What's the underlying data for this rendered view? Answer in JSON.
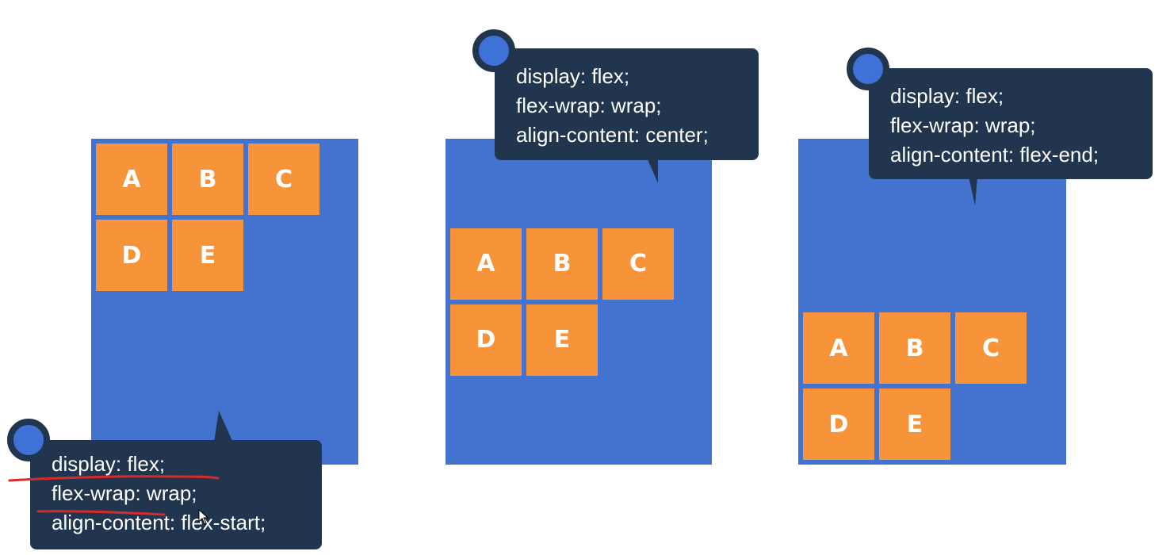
{
  "panels": [
    {
      "items": [
        "A",
        "B",
        "C",
        "D",
        "E"
      ],
      "code": [
        "display: flex;",
        "flex-wrap: wrap;",
        "align-content: flex-start;"
      ]
    },
    {
      "items": [
        "A",
        "B",
        "C",
        "D",
        "E"
      ],
      "code": [
        "display: flex;",
        "flex-wrap: wrap;",
        "align-content: center;"
      ]
    },
    {
      "items": [
        "A",
        "B",
        "C",
        "D",
        "E"
      ],
      "code": [
        "display: flex;",
        "flex-wrap: wrap;",
        "align-content: flex-end;"
      ]
    }
  ],
  "colors": {
    "container": "#4472cf",
    "item": "#f7943a",
    "bubble": "#22354f",
    "annotation": "#d62b2b"
  }
}
